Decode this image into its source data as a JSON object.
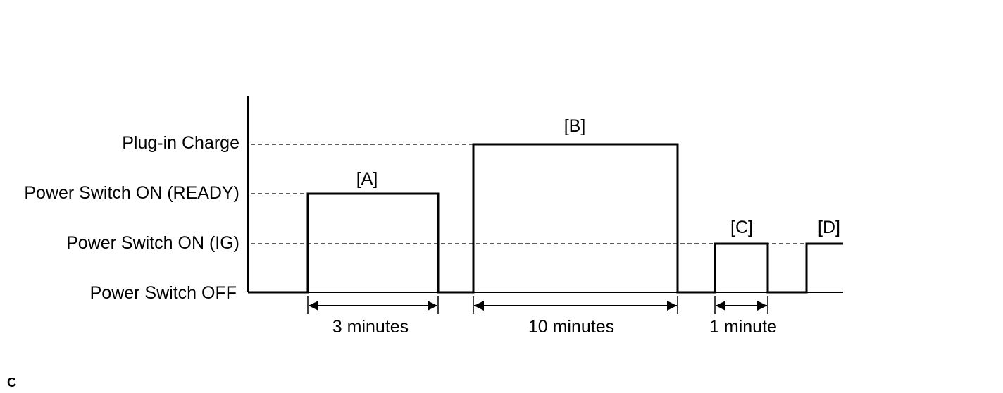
{
  "states": [
    {
      "id": "off",
      "label": "Power Switch OFF"
    },
    {
      "id": "ig",
      "label": "Power Switch ON (IG)"
    },
    {
      "id": "ready",
      "label": "Power Switch ON (READY)"
    },
    {
      "id": "charge",
      "label": "Plug-in Charge"
    }
  ],
  "segments": [
    {
      "label": "[A]",
      "state": "ready"
    },
    {
      "label": "[B]",
      "state": "charge"
    },
    {
      "label": "[C]",
      "state": "ig"
    },
    {
      "label": "[D]",
      "state": "ig"
    }
  ],
  "durations": [
    {
      "segment": "[A]",
      "label": "3 minutes"
    },
    {
      "segment": "[B]",
      "label": "10 minutes"
    },
    {
      "segment": "[C]",
      "label": "1 minute"
    }
  ],
  "corner_code": "C"
}
